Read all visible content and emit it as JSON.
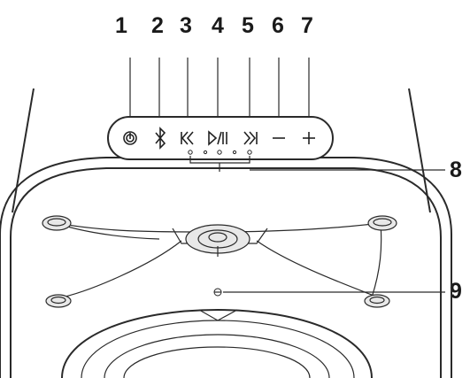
{
  "callouts": {
    "c1": "1",
    "c2": "2",
    "c3": "3",
    "c4": "4",
    "c5": "5",
    "c6": "6",
    "c7": "7",
    "c8": "8",
    "c9": "9"
  },
  "controls": [
    {
      "number": "1",
      "icon": "power-icon"
    },
    {
      "number": "2",
      "icon": "bluetooth-icon"
    },
    {
      "number": "3",
      "icon": "previous-track-icon"
    },
    {
      "number": "4",
      "icon": "play-pause-icon"
    },
    {
      "number": "5",
      "icon": "next-track-icon"
    },
    {
      "number": "6",
      "icon": "volume-down-icon"
    },
    {
      "number": "7",
      "icon": "volume-up-icon"
    }
  ],
  "indicators": {
    "number": "8",
    "icon": "status-led-icon",
    "count": 5
  },
  "feature_9": {
    "number": "9",
    "icon": "screw-hole-icon"
  },
  "colors": {
    "line": "#2a2a2a",
    "text": "#1a1a1a",
    "background": "#ffffff"
  }
}
